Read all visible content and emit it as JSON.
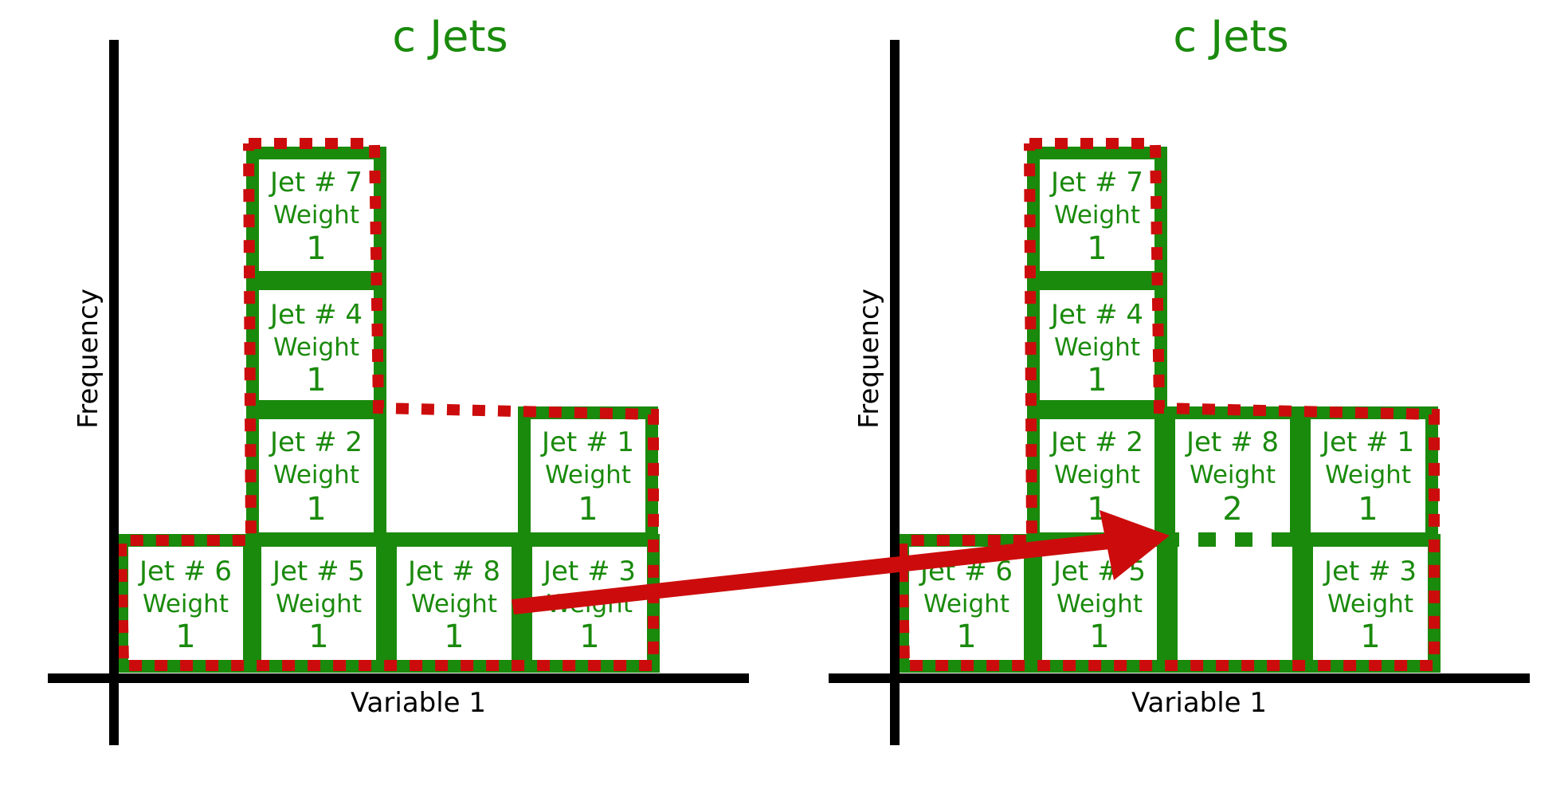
{
  "colors": {
    "green": "#1a8a0c",
    "red_dotted": "#cc0c0c",
    "arrow": "#cc0c0c",
    "axis": "#000000",
    "background": "#ffffff"
  },
  "panels": [
    {
      "title": "c Jets",
      "ylabel": "Frequency",
      "xlabel": "Variable 1",
      "boxes": [
        {
          "id": "7",
          "jet": "Jet # 7",
          "weight_label": "Weight",
          "weight": "1"
        },
        {
          "id": "4",
          "jet": "Jet # 4",
          "weight_label": "Weight",
          "weight": "1"
        },
        {
          "id": "2",
          "jet": "Jet # 2",
          "weight_label": "Weight",
          "weight": "1"
        },
        {
          "id": "1",
          "jet": "Jet # 1",
          "weight_label": "Weight",
          "weight": "1"
        },
        {
          "id": "6",
          "jet": "Jet # 6",
          "weight_label": "Weight",
          "weight": "1"
        },
        {
          "id": "5",
          "jet": "Jet # 5",
          "weight_label": "Weight",
          "weight": "1"
        },
        {
          "id": "8",
          "jet": "Jet # 8",
          "weight_label": "Weight",
          "weight": "1"
        },
        {
          "id": "3",
          "jet": "Jet # 3",
          "weight_label": "Weight",
          "weight": "1"
        }
      ]
    },
    {
      "title": "c Jets",
      "ylabel": "Frequency",
      "xlabel": "Variable 1",
      "boxes": [
        {
          "id": "7",
          "jet": "Jet # 7",
          "weight_label": "Weight",
          "weight": "1"
        },
        {
          "id": "4",
          "jet": "Jet # 4",
          "weight_label": "Weight",
          "weight": "1"
        },
        {
          "id": "2",
          "jet": "Jet # 2",
          "weight_label": "Weight",
          "weight": "1"
        },
        {
          "id": "8",
          "jet": "Jet # 8",
          "weight_label": "Weight",
          "weight": "2"
        },
        {
          "id": "1",
          "jet": "Jet # 1",
          "weight_label": "Weight",
          "weight": "1"
        },
        {
          "id": "6",
          "jet": "Jet # 6",
          "weight_label": "Weight",
          "weight": "1"
        },
        {
          "id": "5",
          "jet": "Jet # 5",
          "weight_label": "Weight",
          "weight": "1"
        },
        {
          "id": "3",
          "jet": "Jet # 3",
          "weight_label": "Weight",
          "weight": "1"
        }
      ]
    }
  ]
}
